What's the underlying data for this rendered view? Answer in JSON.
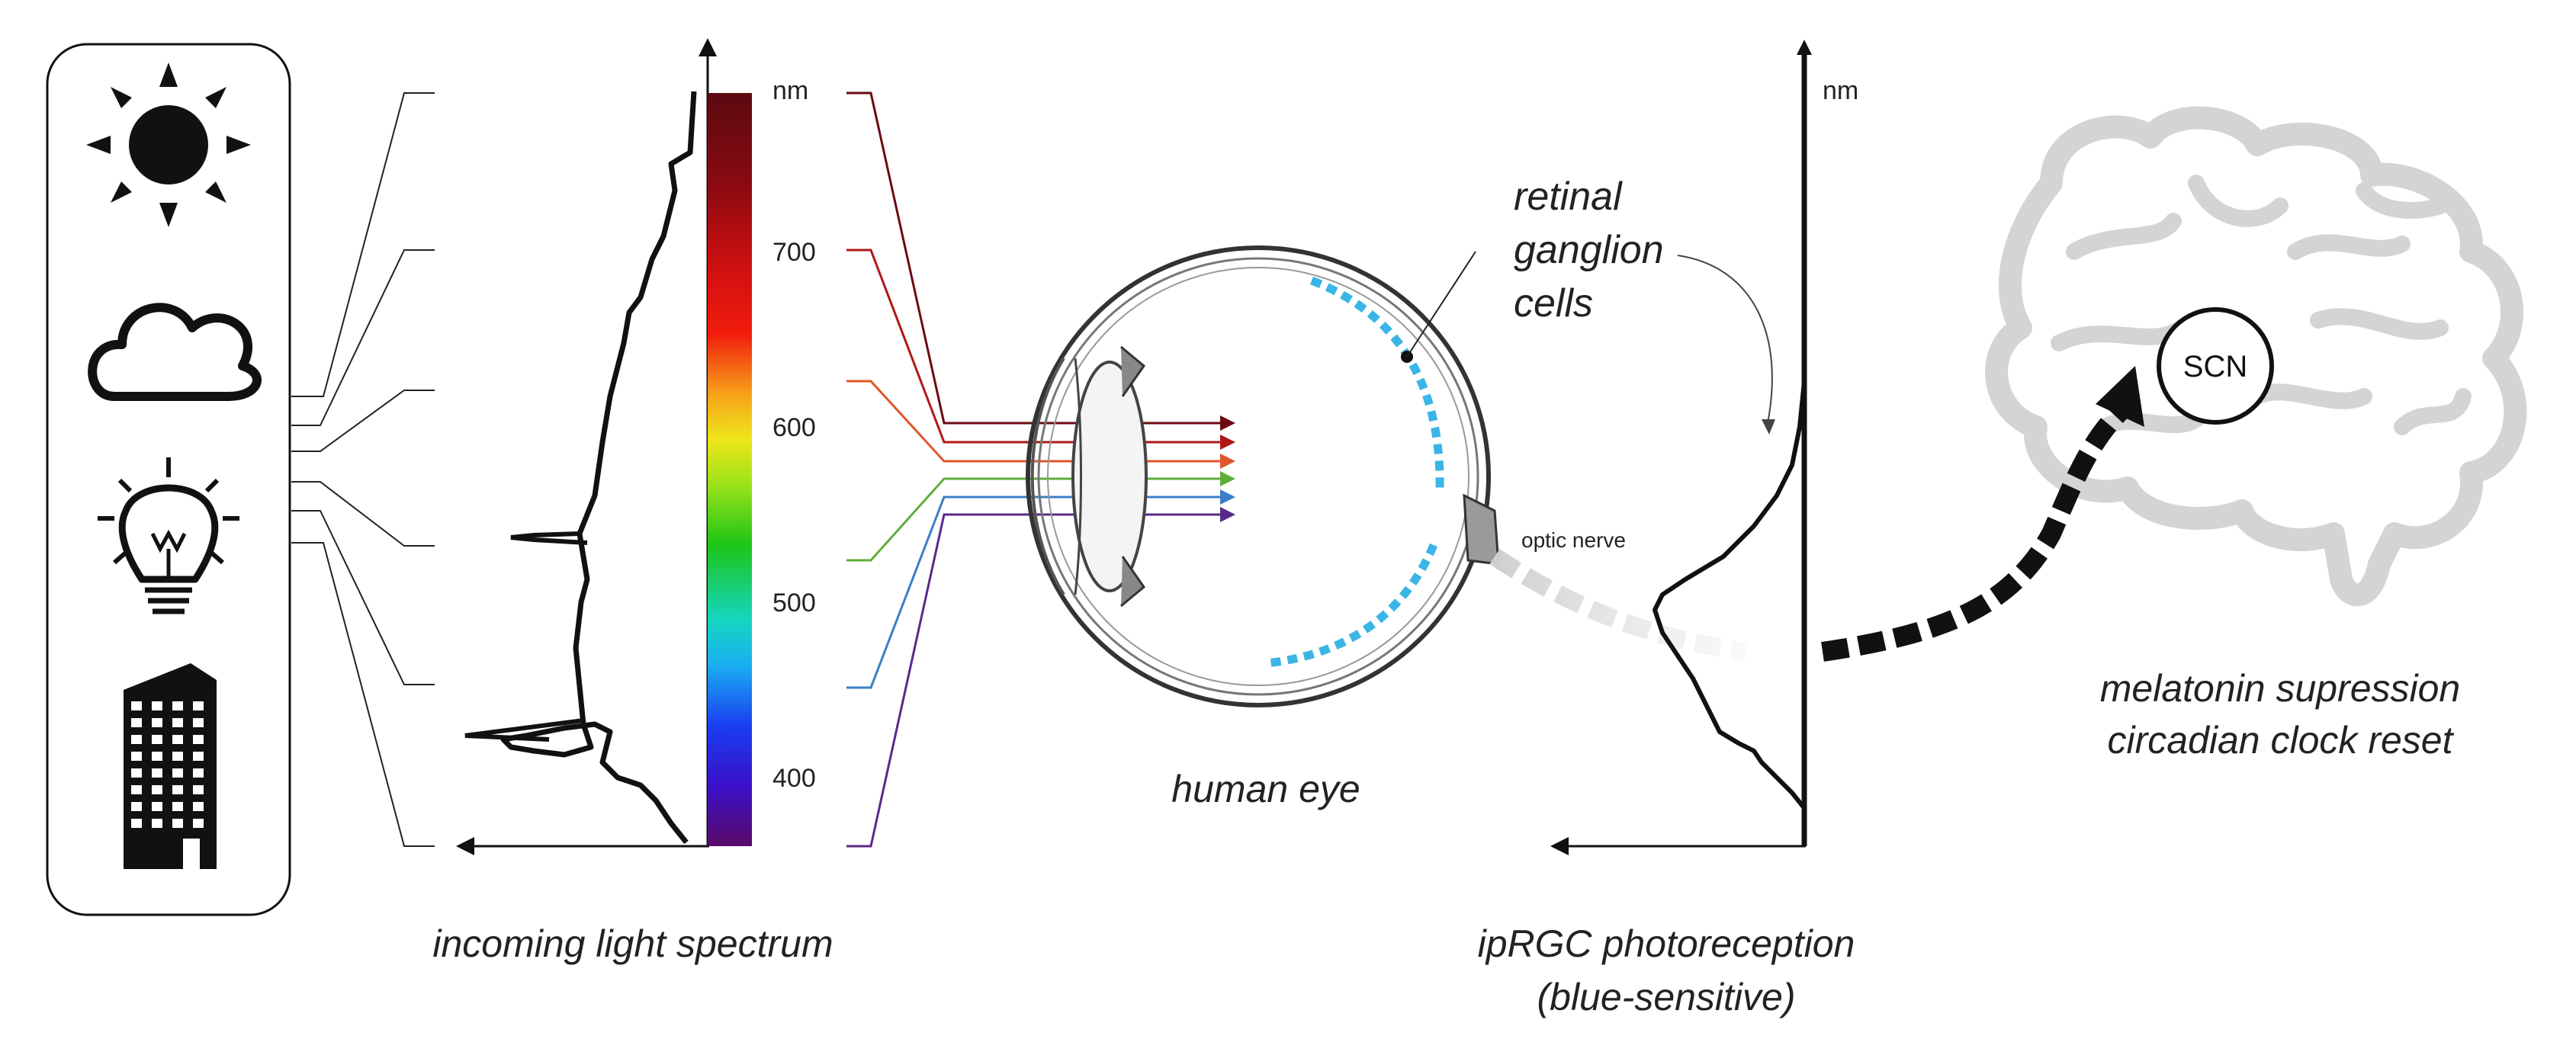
{
  "light_sources": [
    {
      "name": "sun-icon"
    },
    {
      "name": "cloud-icon"
    },
    {
      "name": "light-bulb-icon"
    },
    {
      "name": "building-icon"
    }
  ],
  "spectrum": {
    "unit_label": "nm",
    "ticks": [
      "700",
      "600",
      "500",
      "400"
    ],
    "caption": "incoming light spectrum"
  },
  "eye": {
    "caption": "human eye",
    "retina_label": [
      "retinal",
      "ganglion",
      "cells"
    ],
    "optic_nerve_label": "optic nerve"
  },
  "iprgc": {
    "unit_label": "nm",
    "caption_line1": "ipRGC photoreception",
    "caption_line2": "(blue-sensitive)"
  },
  "brain": {
    "scn_label": "SCN",
    "caption_line1": "melatonin supression",
    "caption_line2": "circadian clock reset"
  },
  "colors": {
    "retinal_cells": "#3ab5e6",
    "ray_colors": [
      "#6b0a12",
      "#b01818",
      "#e0562a",
      "#5fae3a",
      "#3a7fc6",
      "#5a2a8a"
    ],
    "brain_fill": "#d4d4d4",
    "ink": "#111111"
  }
}
